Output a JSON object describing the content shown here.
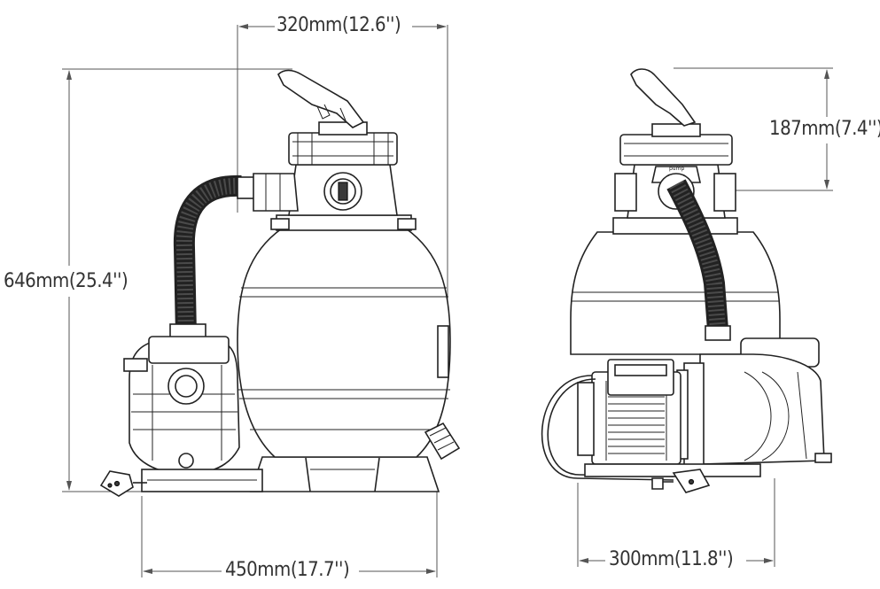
{
  "dimensions": {
    "width_top": "320mm(12.6'')",
    "height_left": "646mm(25.4'')",
    "base_width": "450mm(17.7'')",
    "valve_height": "187mm(7.4'')",
    "depth": "300mm(11.8'')"
  },
  "valve_label": "pump"
}
